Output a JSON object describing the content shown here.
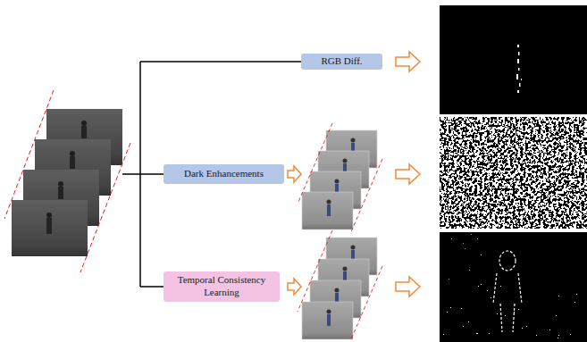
{
  "diagram": {
    "nodes": [
      {
        "text": [
          "RGB Diff."
        ]
      },
      {
        "text": [
          "Dark Enhancements"
        ]
      },
      {
        "text": [
          "Temporal Consistency Learning"
        ]
      }
    ]
  }
}
